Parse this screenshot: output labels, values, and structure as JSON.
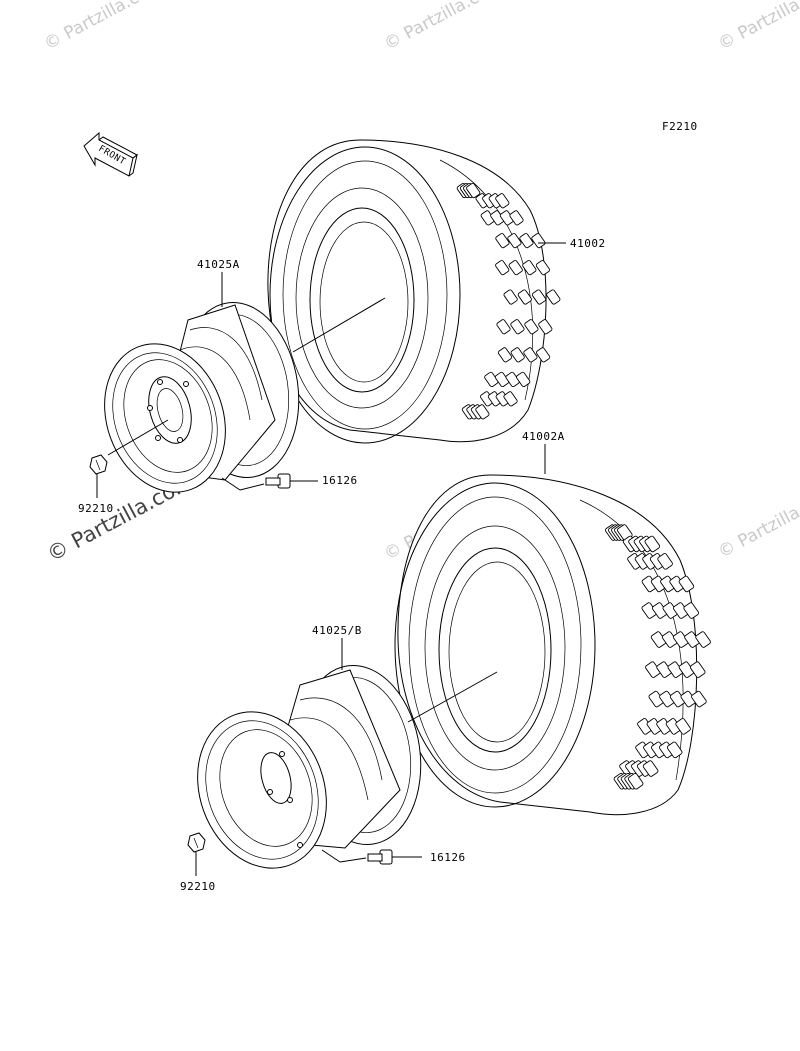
{
  "diagram": {
    "figure_code": "F2210",
    "front_label": "FRONT",
    "parts": {
      "tire_front": "41002",
      "tire_rear": "41002A",
      "wheel_front": "41025A",
      "wheel_rear": "41025/B",
      "valve_front": "16126",
      "valve_rear": "16126",
      "nut_front": "92210",
      "nut_rear": "92210"
    }
  },
  "watermarks": {
    "main": "© Partzilla.com",
    "repeat": "© Partzilla.com"
  }
}
